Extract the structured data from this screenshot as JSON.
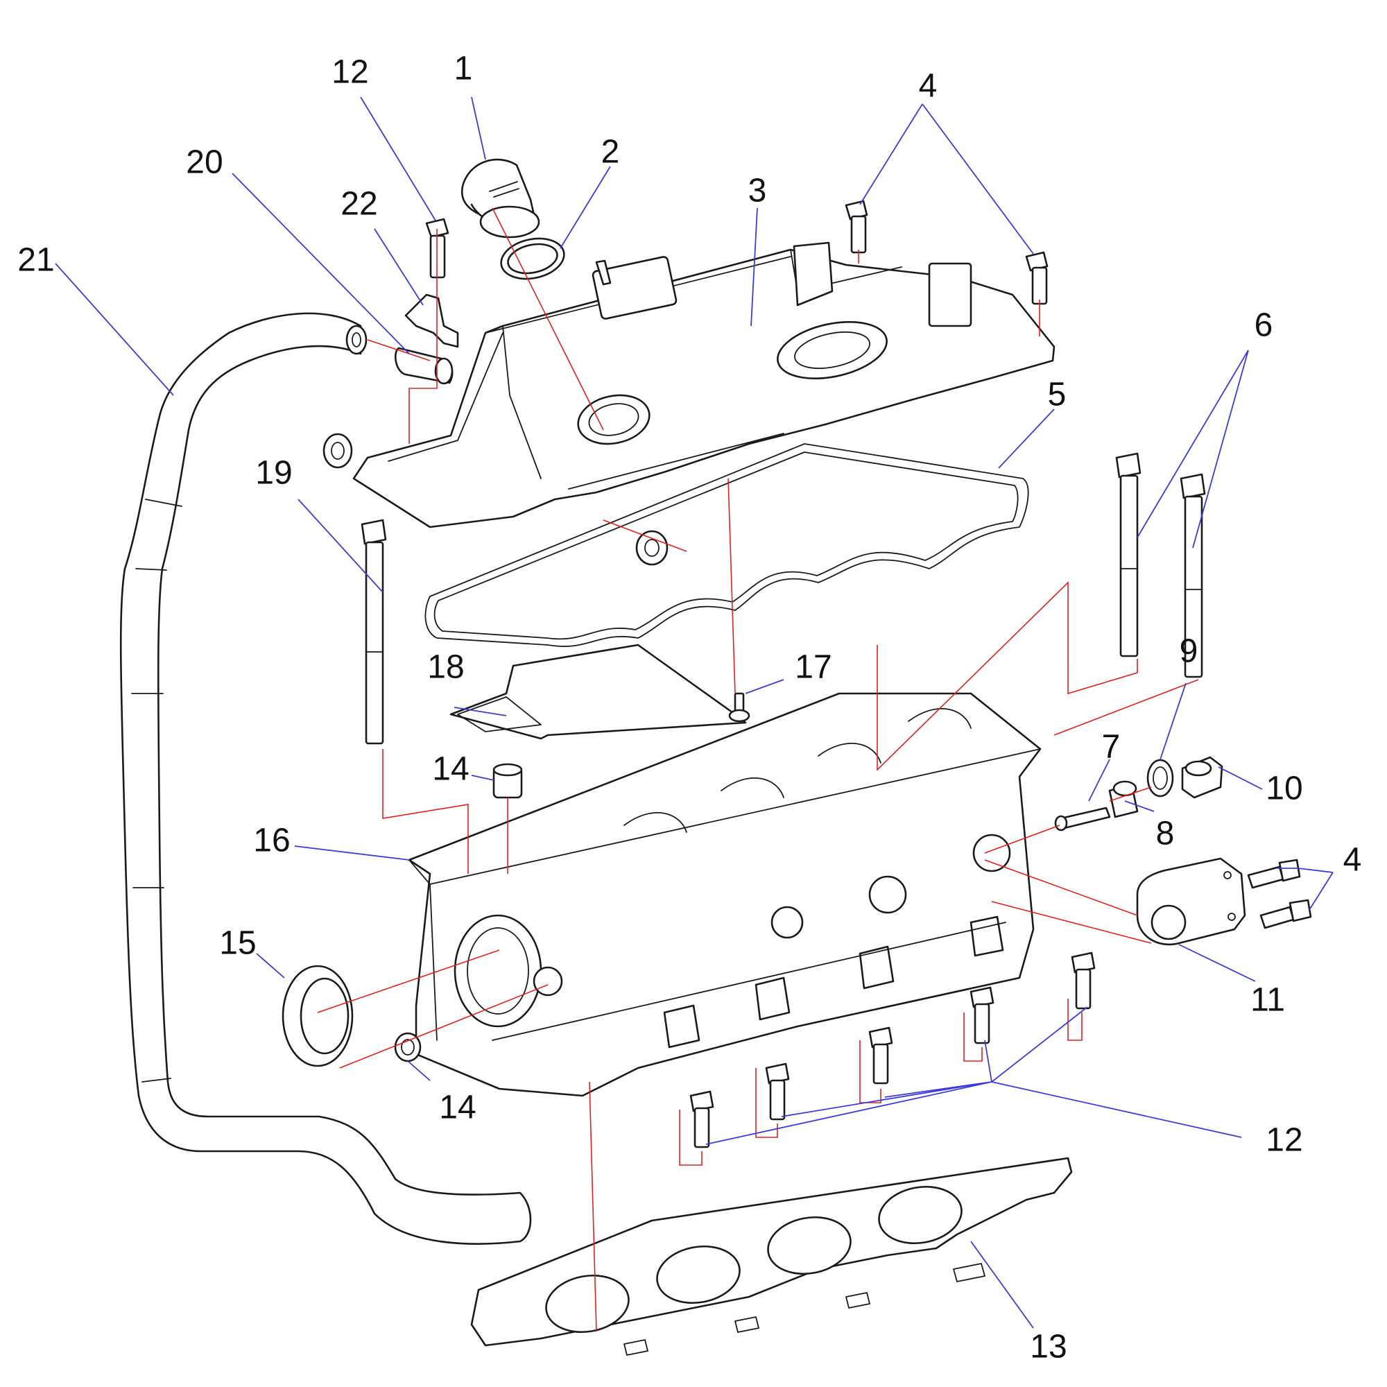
{
  "colors": {
    "background": "#ffffff",
    "part_outline": "#1a1a1a",
    "leader_line": "#3b3bd6",
    "assembly_line": "#e02020"
  },
  "callouts": {
    "c1": "1",
    "c2": "2",
    "c3": "3",
    "c4_top": "4",
    "c4_right": "4",
    "c5": "5",
    "c6": "6",
    "c7": "7",
    "c8": "8",
    "c9": "9",
    "c10": "10",
    "c11": "11",
    "c12_top": "12",
    "c12_bottom": "12",
    "c13": "13",
    "c14_top": "14",
    "c14_bottom": "14",
    "c15": "15",
    "c16": "16",
    "c17": "17",
    "c18": "18",
    "c19": "19",
    "c20": "20",
    "c21": "21",
    "c22": "22"
  }
}
